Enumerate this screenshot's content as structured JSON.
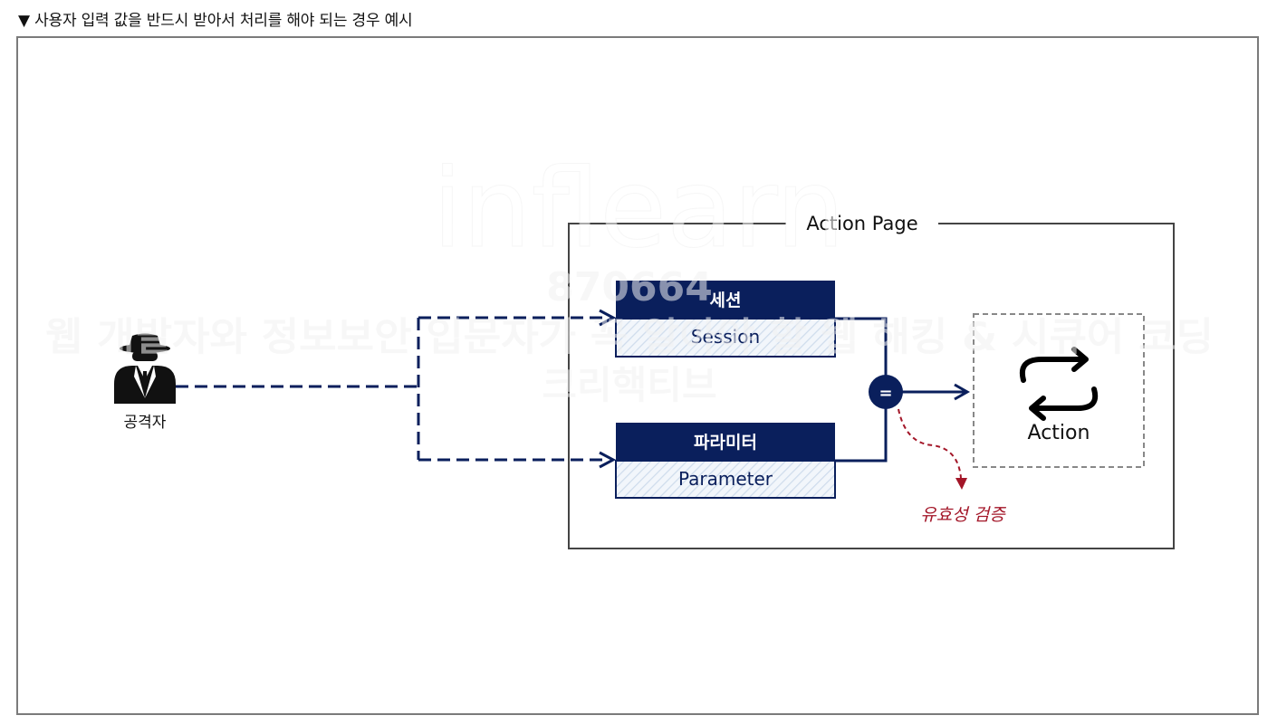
{
  "caption": "▼ 사용자 입력 값을 반드시 받아서 처리를 해야 되는 경우 예시",
  "diagram": {
    "attacker_label": "공격자",
    "action_page_title": "Action Page",
    "session_box": {
      "title": "세션",
      "label": "Session"
    },
    "parameter_box": {
      "title": "파라미터",
      "label": "Parameter"
    },
    "equals_symbol": "=",
    "action_label": "Action",
    "validation_label": "유효성 검증"
  },
  "watermark": {
    "logo": "inflearn",
    "id": "870664",
    "line1": "웹 개발자와 정보보안 입문자가 꼭 알아야 할 웹 해킹 & 시큐어 코딩",
    "line2": "크리핵티브"
  },
  "colors": {
    "navy": "#0a1f5c",
    "hatch": "#cfdcec",
    "validation": "#a31628",
    "border": "#444444"
  }
}
